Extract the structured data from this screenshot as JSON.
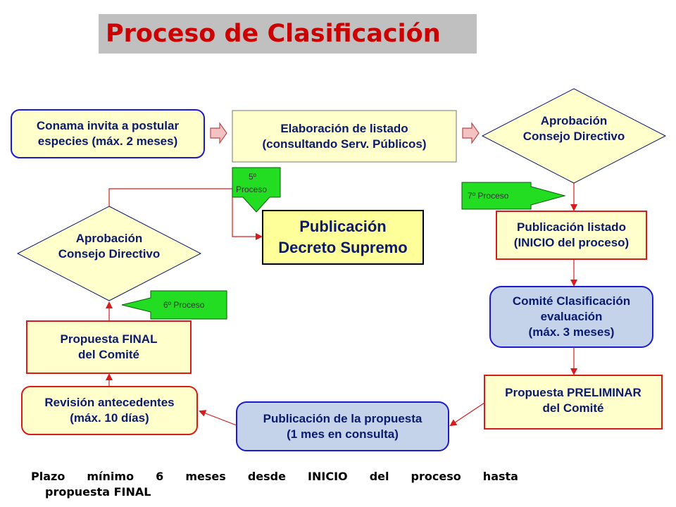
{
  "title": "Proceso de Clasificación",
  "nodes": {
    "conama": [
      "Conama invita a postular",
      "especies (máx. 2 meses)"
    ],
    "elaboracion": [
      "Elaboración de listado",
      "(consultando Serv. Públicos)"
    ],
    "aprobacion_top": [
      "Aprobación",
      "Consejo Directivo"
    ],
    "publicacion_listado": [
      "Publicación listado",
      "(INICIO del proceso)"
    ],
    "comite_evaluacion": [
      "Comité Clasificación",
      "evaluación",
      "(máx. 3 meses)"
    ],
    "propuesta_preliminar": [
      "Propuesta PRELIMINAR",
      "del Comité"
    ],
    "publicacion_propuesta": [
      "Publicación de la propuesta",
      "(1 mes en consulta)"
    ],
    "revision": [
      "Revisión antecedentes",
      "(máx. 10 días)"
    ],
    "propuesta_final": [
      "Propuesta FINAL",
      "del Comité"
    ],
    "aprobacion_left": [
      "Aprobación",
      "Consejo Directivo"
    ],
    "decreto": [
      "Publicación",
      "Decreto Supremo"
    ]
  },
  "process_labels": {
    "p5": [
      "5º",
      "Proceso"
    ],
    "p6": "6º Proceso",
    "p7": "7º Proceso"
  },
  "footnote": {
    "line1": [
      "Plazo",
      "mínimo",
      "6",
      "meses",
      "desde",
      "INICIO",
      "del",
      "proceso",
      "hasta"
    ],
    "line2": "propuesta FINAL"
  },
  "colors": {
    "title_text": "#cc0000",
    "title_bg": "#c0c0c0",
    "node_text": "#0a1a6e",
    "yellow_fill": "#ffffcc",
    "blue_fill": "#c4d3ea",
    "blue_border": "#1a1ad0",
    "red_border": "#d81c1c",
    "green_arrow": "#22dd22",
    "connector": "#d81c1c",
    "pink_arrow": "#f4c2c2"
  }
}
